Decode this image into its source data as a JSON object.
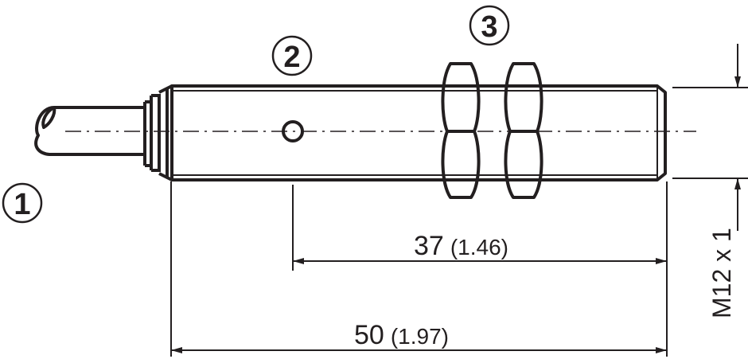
{
  "callouts": {
    "cable": "1",
    "sensor_body": "2",
    "nuts": "3"
  },
  "dimensions": {
    "detection_offset": {
      "value": "37",
      "inch": "(1.46)"
    },
    "overall_length": {
      "value": "50",
      "inch": "(1.97)"
    },
    "thread": "M12 x 1"
  },
  "colors": {
    "ink": "#231f20",
    "background": "#ffffff"
  }
}
